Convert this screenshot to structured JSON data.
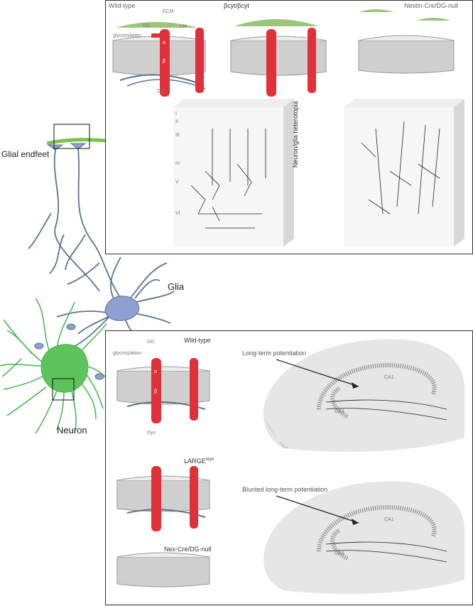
{
  "left": {
    "glial_endfeet": "Glial endfeet",
    "glia": "Glia",
    "neuron": "Neuron"
  },
  "top_panel": {
    "conditions": [
      "Wild-type",
      "βcyt/βcyt",
      "Nestin-Cre/DG-null"
    ],
    "ecm": "ECM",
    "lm": "LM",
    "dg": "DG",
    "glycosylation": "glycosylation",
    "alpha": "α",
    "beta": "β",
    "dys": "Dys",
    "layers": [
      "I",
      "II",
      "III",
      "IV",
      "V",
      "VI"
    ],
    "heterotopia": "Neuron/glia heterotopia"
  },
  "bottom_panel": {
    "conditions": [
      "Wild-type",
      "LARGE",
      "Nex-Cre/DG-null"
    ],
    "large_superscript": "myd",
    "dg": "DG",
    "glycosylation": "glycosylation",
    "alpha": "α",
    "beta": "β",
    "dys": "Dys",
    "ltp": "Long-term potentiation",
    "blunted_ltp": "Blunted long-term potentiation",
    "ca1": "CA1",
    "ca3": "CA3"
  },
  "colors": {
    "neuron": "#5cc45a",
    "glia_stroke": "#5b7391",
    "glia_fill": "#8ea0cf",
    "receptor": "#e0303a",
    "ecm": "#9cc47a",
    "membrane": "#bdbdbd",
    "hippocampus": "#d9d9d9"
  }
}
